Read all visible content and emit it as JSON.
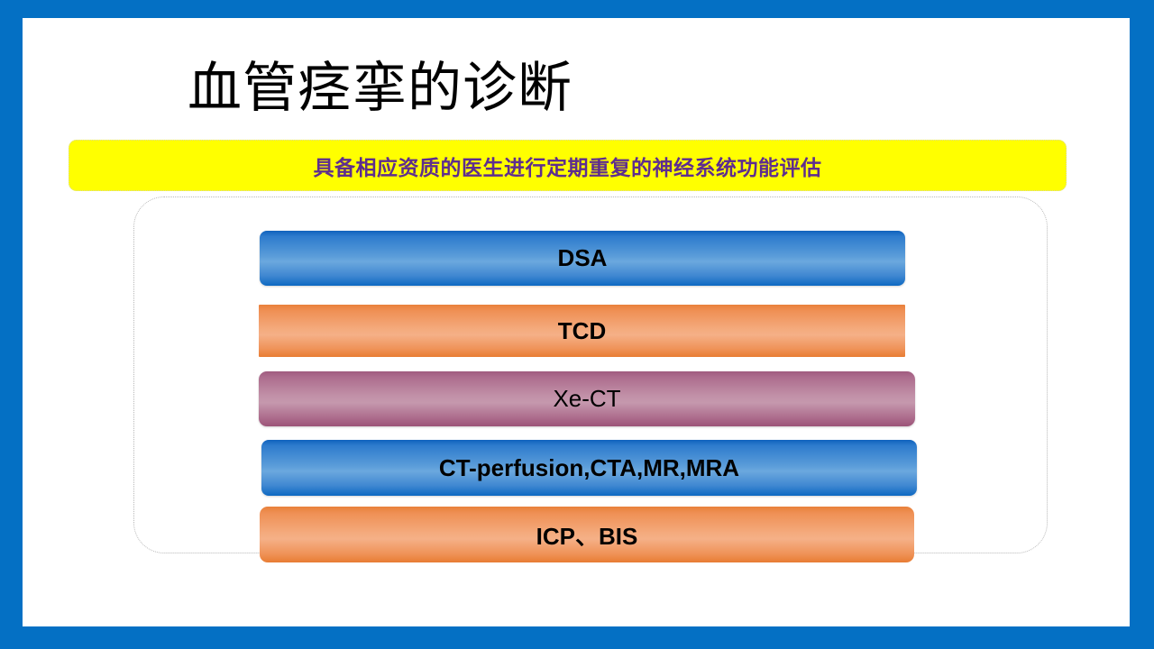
{
  "slide": {
    "title": "血管痉挛的诊断",
    "frame_color": "#0470c4",
    "background_color": "#ffffff"
  },
  "banner": {
    "text": "具备相应资质的医生进行定期重复的神经系统功能评估",
    "background_color": "#FFFF00",
    "text_color": "#5e2d8e"
  },
  "diagram": {
    "container_style": "dotted-rounded-rectangle",
    "container_border_color": "#b9b9b9",
    "bars": [
      {
        "label": "DSA",
        "style": "blue",
        "bold": true,
        "fill_top": "#0f62bd",
        "fill_mid": "#6ba8de",
        "fill_bottom": "#0e69c2"
      },
      {
        "label": "TCD",
        "style": "orange",
        "bold": true,
        "fill_top": "#e8803a",
        "fill_mid": "#f5b087",
        "fill_bottom": "#e87c33"
      },
      {
        "label": "Xe-CT",
        "style": "mauve",
        "bold": false,
        "fill_top": "#a05b7f",
        "fill_mid": "#c598ad",
        "fill_bottom": "#9c5478"
      },
      {
        "label": "CT-perfusion,CTA,MR,MRA",
        "style": "blue",
        "bold": true,
        "fill_top": "#0f62bd",
        "fill_mid": "#6ba8de",
        "fill_bottom": "#0e69c2"
      },
      {
        "label": "ICP、BIS",
        "style": "orange",
        "bold": true,
        "fill_top": "#e8803a",
        "fill_mid": "#f5b087",
        "fill_bottom": "#e87c33"
      }
    ]
  }
}
